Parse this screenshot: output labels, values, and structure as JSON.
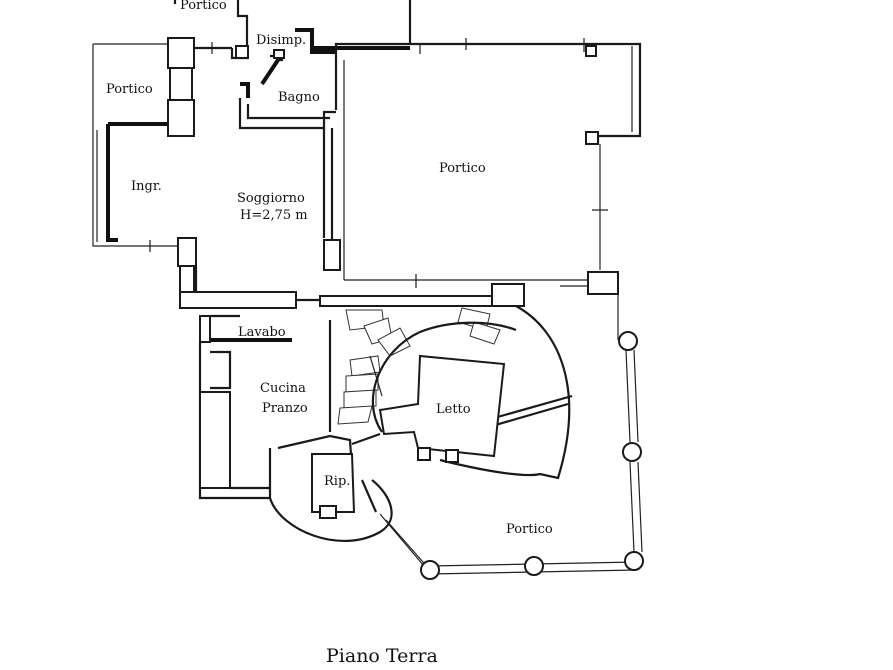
{
  "drawing": {
    "title": "Piano Terra",
    "rooms": {
      "portico_top": "Portico",
      "disimp": "Disimp.",
      "bagno": "Bagno",
      "portico_left": "Portico",
      "ingr": "Ingr.",
      "soggiorno": "Soggiorno",
      "soggiorno_height": "H=2,75 m",
      "portico_main": "Portico",
      "lavabo": "Lavabo",
      "cucina": "Cucina",
      "pranzo": "Pranzo",
      "letto": "Letto",
      "rip": "Rip.",
      "portico_bottom": "Portico"
    }
  }
}
